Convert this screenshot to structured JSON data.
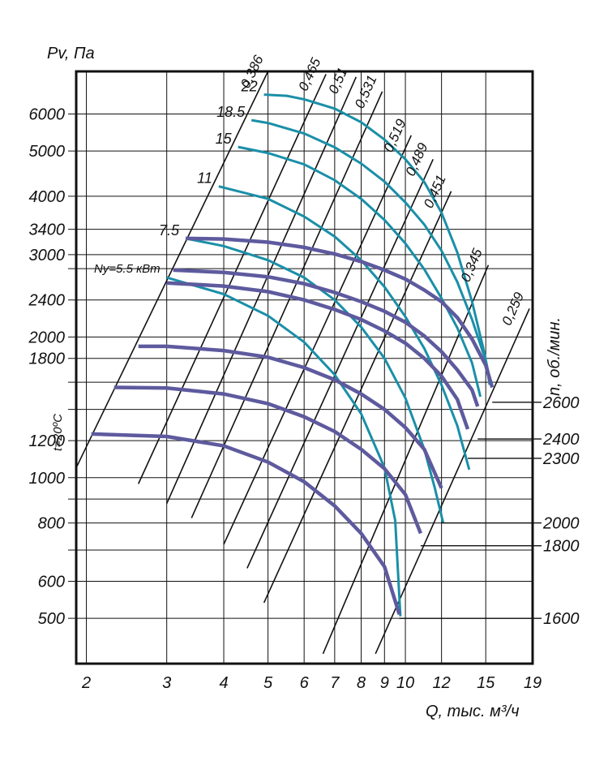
{
  "chart_data": {
    "type": "line",
    "ylabel": "Pv, Па",
    "xlabel": "Q, тыс. м³/ч",
    "right_label": "n, об./мин.",
    "temperature_note": "t=20ºC",
    "x_scale": "log",
    "y_scale": "log",
    "xlim": [
      1.9,
      19
    ],
    "ylim": [
      400,
      7400
    ],
    "x_ticks": [
      2,
      3,
      4,
      5,
      6,
      7,
      8,
      9,
      10,
      12,
      15,
      19
    ],
    "x_tick_labels": [
      "2",
      "3",
      "4",
      "5",
      "6",
      "7",
      "8",
      "9",
      "10",
      "12",
      "15",
      "19"
    ],
    "y_ticks": [
      500,
      600,
      800,
      1000,
      1200,
      1800,
      2000,
      2400,
      3000,
      3400,
      4000,
      5000,
      6000
    ],
    "y_tick_labels": [
      "500",
      "600",
      "800",
      "1000",
      "1200",
      "1800",
      "2000",
      "2400",
      "3000",
      "3400",
      "4000",
      "5000",
      "6000"
    ],
    "y_minor_gridlines": [
      700,
      900,
      1400,
      1600,
      2800
    ],
    "grid": true,
    "speed_curves": [
      {
        "rpm": "1600",
        "points": [
          [
            2.05,
            1240
          ],
          [
            3.0,
            1225
          ],
          [
            4.0,
            1170
          ],
          [
            5.0,
            1080
          ],
          [
            6.0,
            980
          ],
          [
            7.0,
            870
          ],
          [
            8.0,
            760
          ],
          [
            9.0,
            645
          ],
          [
            9.7,
            510
          ]
        ]
      },
      {
        "rpm": "1800",
        "points": [
          [
            2.3,
            1560
          ],
          [
            3.0,
            1555
          ],
          [
            4.0,
            1510
          ],
          [
            5.0,
            1440
          ],
          [
            6.0,
            1350
          ],
          [
            7.0,
            1255
          ],
          [
            8.0,
            1150
          ],
          [
            9.0,
            1045
          ],
          [
            10.0,
            920
          ],
          [
            10.8,
            760
          ]
        ]
      },
      {
        "rpm": "2000",
        "points": [
          [
            2.6,
            1910
          ],
          [
            3.0,
            1910
          ],
          [
            4.0,
            1870
          ],
          [
            5.0,
            1810
          ],
          [
            6.0,
            1720
          ],
          [
            7.0,
            1620
          ],
          [
            8.0,
            1510
          ],
          [
            9.0,
            1400
          ],
          [
            10.0,
            1280
          ],
          [
            11.0,
            1150
          ],
          [
            12.0,
            950
          ]
        ]
      },
      {
        "rpm": "2300",
        "points": [
          [
            3.0,
            2610
          ],
          [
            4.0,
            2570
          ],
          [
            5.0,
            2500
          ],
          [
            6.0,
            2400
          ],
          [
            7.0,
            2290
          ],
          [
            8.0,
            2180
          ],
          [
            9.0,
            2060
          ],
          [
            10.0,
            1940
          ],
          [
            11.0,
            1800
          ],
          [
            12.0,
            1650
          ],
          [
            13.0,
            1470
          ],
          [
            13.7,
            1270
          ]
        ]
      },
      {
        "rpm": "2400",
        "points": [
          [
            3.1,
            2780
          ],
          [
            4.0,
            2750
          ],
          [
            5.0,
            2690
          ],
          [
            6.0,
            2600
          ],
          [
            7.0,
            2490
          ],
          [
            8.0,
            2380
          ],
          [
            9.0,
            2270
          ],
          [
            10.0,
            2150
          ],
          [
            11.0,
            2010
          ],
          [
            12.0,
            1860
          ],
          [
            13.0,
            1700
          ],
          [
            14.0,
            1540
          ],
          [
            14.4,
            1420
          ]
        ]
      },
      {
        "rpm": "2600",
        "points": [
          [
            3.3,
            3250
          ],
          [
            4.0,
            3240
          ],
          [
            5.0,
            3190
          ],
          [
            6.0,
            3110
          ],
          [
            7.0,
            3010
          ],
          [
            8.0,
            2900
          ],
          [
            9.0,
            2780
          ],
          [
            10.0,
            2660
          ],
          [
            11.0,
            2520
          ],
          [
            12.0,
            2380
          ],
          [
            13.0,
            2200
          ],
          [
            14.0,
            1980
          ],
          [
            15.0,
            1740
          ],
          [
            15.5,
            1560
          ]
        ]
      }
    ],
    "power_curves": [
      {
        "power": "5.5",
        "points": [
          [
            3.0,
            2680
          ],
          [
            4.0,
            2470
          ],
          [
            5.0,
            2220
          ],
          [
            6.0,
            1950
          ],
          [
            7.0,
            1660
          ],
          [
            8.0,
            1370
          ],
          [
            9.0,
            1050
          ],
          [
            9.5,
            810
          ],
          [
            9.75,
            505
          ]
        ]
      },
      {
        "power": "7.5",
        "points": [
          [
            3.3,
            3250
          ],
          [
            4.0,
            3130
          ],
          [
            5.0,
            2920
          ],
          [
            6.0,
            2680
          ],
          [
            7.0,
            2400
          ],
          [
            8.0,
            2100
          ],
          [
            9.0,
            1800
          ],
          [
            10.0,
            1480
          ],
          [
            11.0,
            1150
          ],
          [
            11.6,
            950
          ],
          [
            12.1,
            800
          ]
        ]
      },
      {
        "power": "11",
        "points": [
          [
            3.9,
            4200
          ],
          [
            5.0,
            3950
          ],
          [
            6.0,
            3620
          ],
          [
            7.0,
            3280
          ],
          [
            8.0,
            2920
          ],
          [
            9.0,
            2560
          ],
          [
            10.0,
            2210
          ],
          [
            11.0,
            1890
          ],
          [
            12.0,
            1580
          ],
          [
            13.0,
            1290
          ],
          [
            13.8,
            1040
          ]
        ]
      },
      {
        "power": "15",
        "points": [
          [
            4.3,
            5100
          ],
          [
            5.0,
            4950
          ],
          [
            6.0,
            4680
          ],
          [
            7.0,
            4330
          ],
          [
            8.0,
            3950
          ],
          [
            9.0,
            3560
          ],
          [
            10.0,
            3170
          ],
          [
            11.0,
            2790
          ],
          [
            12.0,
            2420
          ],
          [
            13.0,
            2090
          ],
          [
            14.0,
            1760
          ],
          [
            14.6,
            1490
          ]
        ]
      },
      {
        "power": "18.5",
        "points": [
          [
            4.6,
            5820
          ],
          [
            5.0,
            5740
          ],
          [
            6.0,
            5450
          ],
          [
            7.0,
            5090
          ],
          [
            8.0,
            4700
          ],
          [
            9.0,
            4300
          ],
          [
            10.0,
            3880
          ],
          [
            11.0,
            3480
          ],
          [
            12.0,
            3060
          ],
          [
            13.0,
            2620
          ],
          [
            14.0,
            2180
          ],
          [
            15.0,
            1780
          ],
          [
            15.3,
            1580
          ]
        ]
      },
      {
        "power": "22",
        "points": [
          [
            4.9,
            6600
          ],
          [
            5.5,
            6560
          ],
          [
            6.0,
            6450
          ],
          [
            7.0,
            6160
          ],
          [
            8.0,
            5760
          ],
          [
            9.0,
            5290
          ],
          [
            10.0,
            4800
          ],
          [
            11.0,
            4290
          ],
          [
            12.0,
            3690
          ],
          [
            13.0,
            3030
          ],
          [
            14.0,
            2380
          ],
          [
            14.8,
            1900
          ],
          [
            15.3,
            1630
          ]
        ]
      }
    ],
    "efficiency_lines": [
      {
        "eta": "0,386",
        "points": [
          [
            1.9,
            1050
          ],
          [
            5.0,
            7400
          ]
        ]
      },
      {
        "eta": "0,465",
        "points": [
          [
            2.6,
            970
          ],
          [
            6.7,
            7300
          ]
        ]
      },
      {
        "eta": "0,51",
        "points": [
          [
            3.0,
            880
          ],
          [
            7.8,
            7200
          ]
        ]
      },
      {
        "eta": "0,531",
        "points": [
          [
            3.4,
            820
          ],
          [
            8.9,
            6700
          ]
        ]
      },
      {
        "eta": "0,519",
        "points": [
          [
            4.0,
            720
          ],
          [
            10.3,
            5400
          ]
        ]
      },
      {
        "eta": "0,489",
        "points": [
          [
            4.5,
            640
          ],
          [
            11.5,
            4800
          ]
        ]
      },
      {
        "eta": "0,451",
        "points": [
          [
            4.9,
            540
          ],
          [
            12.6,
            4100
          ]
        ]
      },
      {
        "eta": "0,345",
        "points": [
          [
            6.6,
            420
          ],
          [
            15.2,
            2850
          ]
        ]
      },
      {
        "eta": "0,259",
        "points": [
          [
            8.6,
            420
          ],
          [
            18.7,
            2300
          ]
        ]
      }
    ],
    "rpm_labels": [
      {
        "rpm": "1600",
        "y": 500
      },
      {
        "rpm": "1800",
        "y": 715
      },
      {
        "rpm": "2000",
        "y": 800
      },
      {
        "rpm": "2300",
        "y": 1100
      },
      {
        "rpm": "2400",
        "y": 1210
      },
      {
        "rpm": "2600",
        "y": 1450
      }
    ],
    "power_labels": [
      {
        "text": "Ny=5.5 кВт",
        "x": 3.0,
        "y": 2680
      },
      {
        "text": "7.5",
        "x": 3.3,
        "y": 3250
      },
      {
        "text": "11",
        "x": 3.9,
        "y": 4200
      },
      {
        "text": "15",
        "x": 4.3,
        "y": 5100
      },
      {
        "text": "18.5",
        "x": 4.6,
        "y": 5820
      },
      {
        "text": "22",
        "x": 4.9,
        "y": 6600
      }
    ],
    "colors": {
      "speed_curves": "#5e5a9e",
      "power_curves": "#1a8fa8",
      "efficiency_lines": "#111111",
      "grid": "#111111",
      "frame": "#111111"
    }
  }
}
